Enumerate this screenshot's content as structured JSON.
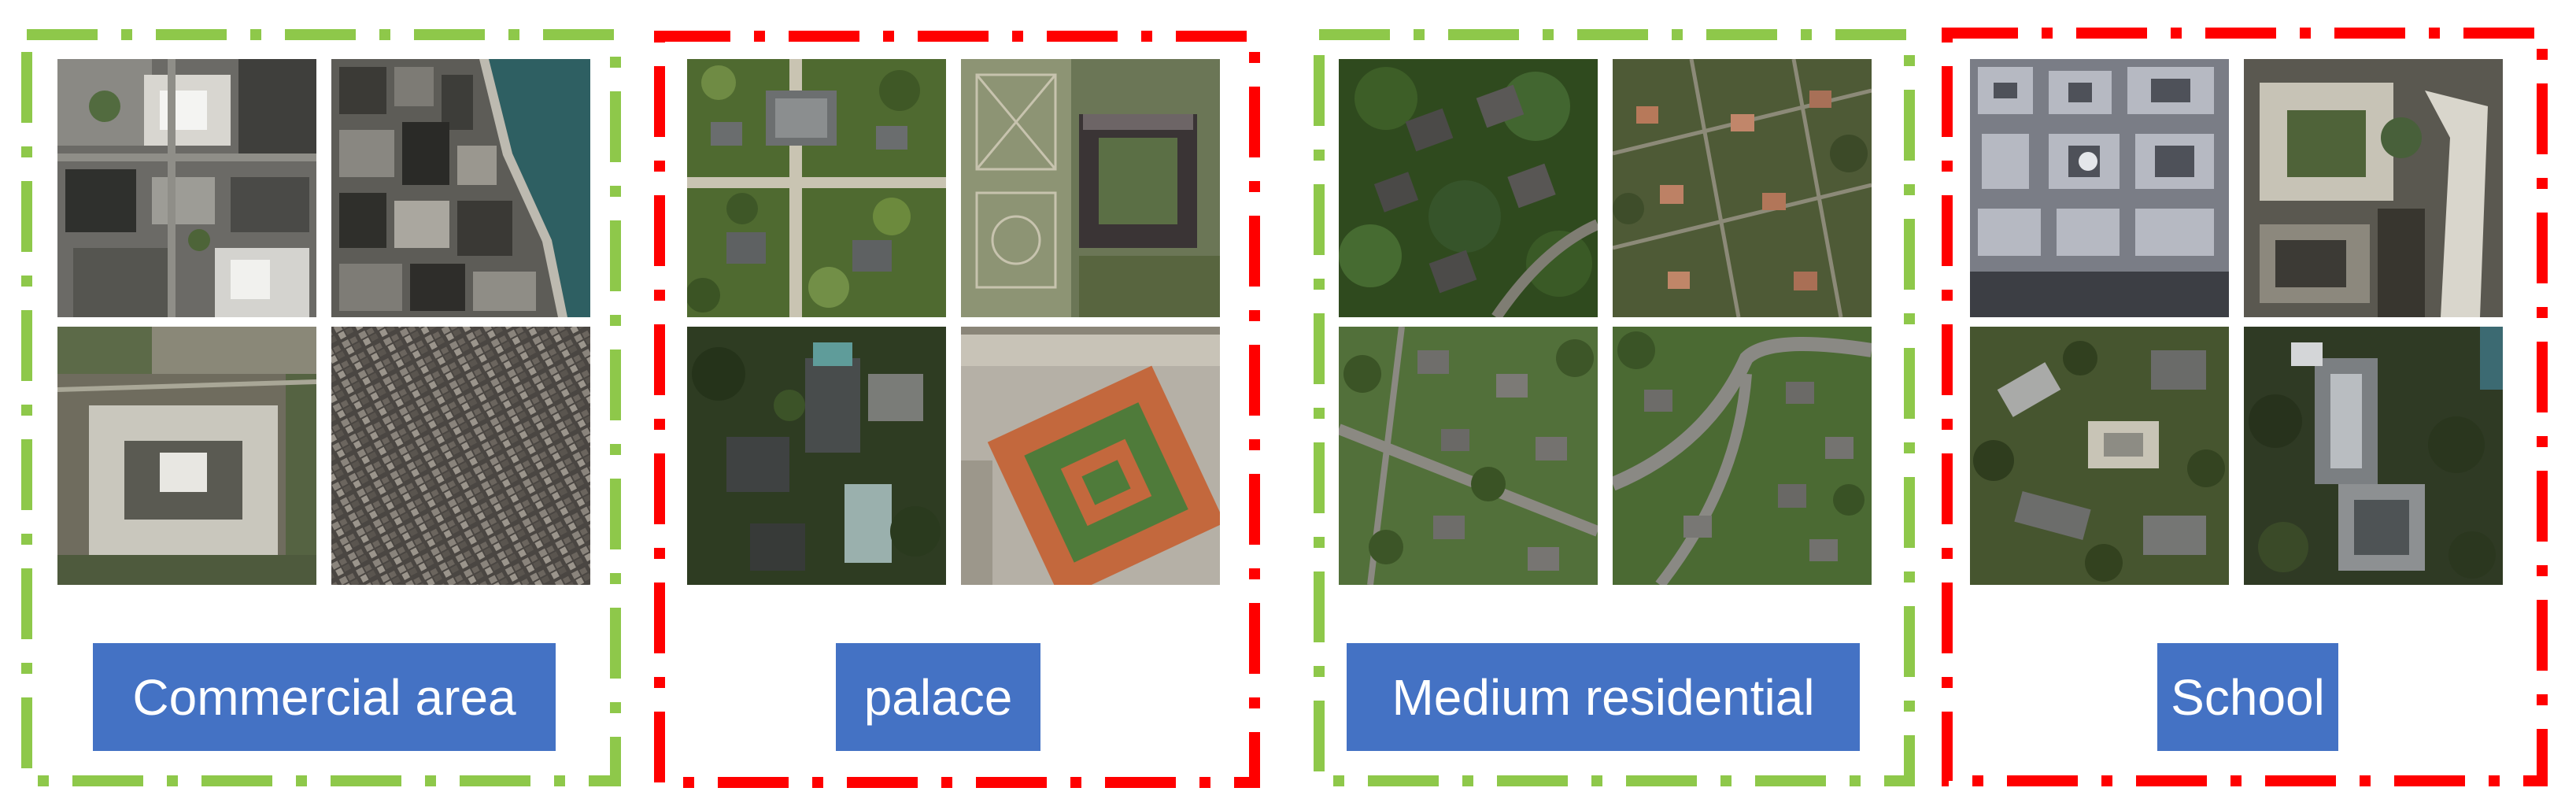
{
  "colors": {
    "frame_green": "#8ec84a",
    "frame_red": "#ff0000",
    "label_bg": "#4472c4",
    "label_text": "#ffffff"
  },
  "groups": [
    {
      "label": "Commercial area",
      "frame_color": "green",
      "tiles": [
        {
          "scene": "dense-downtown-towers"
        },
        {
          "scene": "waterfront-city-blocks"
        },
        {
          "scene": "large-courtyard-building"
        },
        {
          "scene": "dense-low-rise-grid"
        }
      ]
    },
    {
      "label": "palace",
      "frame_color": "red",
      "tiles": [
        {
          "scene": "temple-garden-complex"
        },
        {
          "scene": "formal-garden-palace"
        },
        {
          "scene": "wooded-palace-buildings"
        },
        {
          "scene": "orange-roof-courtyard-palace"
        }
      ]
    },
    {
      "label": "Medium residential",
      "frame_color": "green",
      "tiles": [
        {
          "scene": "houses-among-trees"
        },
        {
          "scene": "houses-on-lawns"
        },
        {
          "scene": "suburban-street-houses"
        },
        {
          "scene": "curved-road-houses"
        }
      ]
    },
    {
      "label": "School",
      "frame_color": "red",
      "tiles": [
        {
          "scene": "campus-building-blocks"
        },
        {
          "scene": "large-u-shaped-building"
        },
        {
          "scene": "campus-with-trees"
        },
        {
          "scene": "hillside-campus"
        }
      ]
    }
  ]
}
